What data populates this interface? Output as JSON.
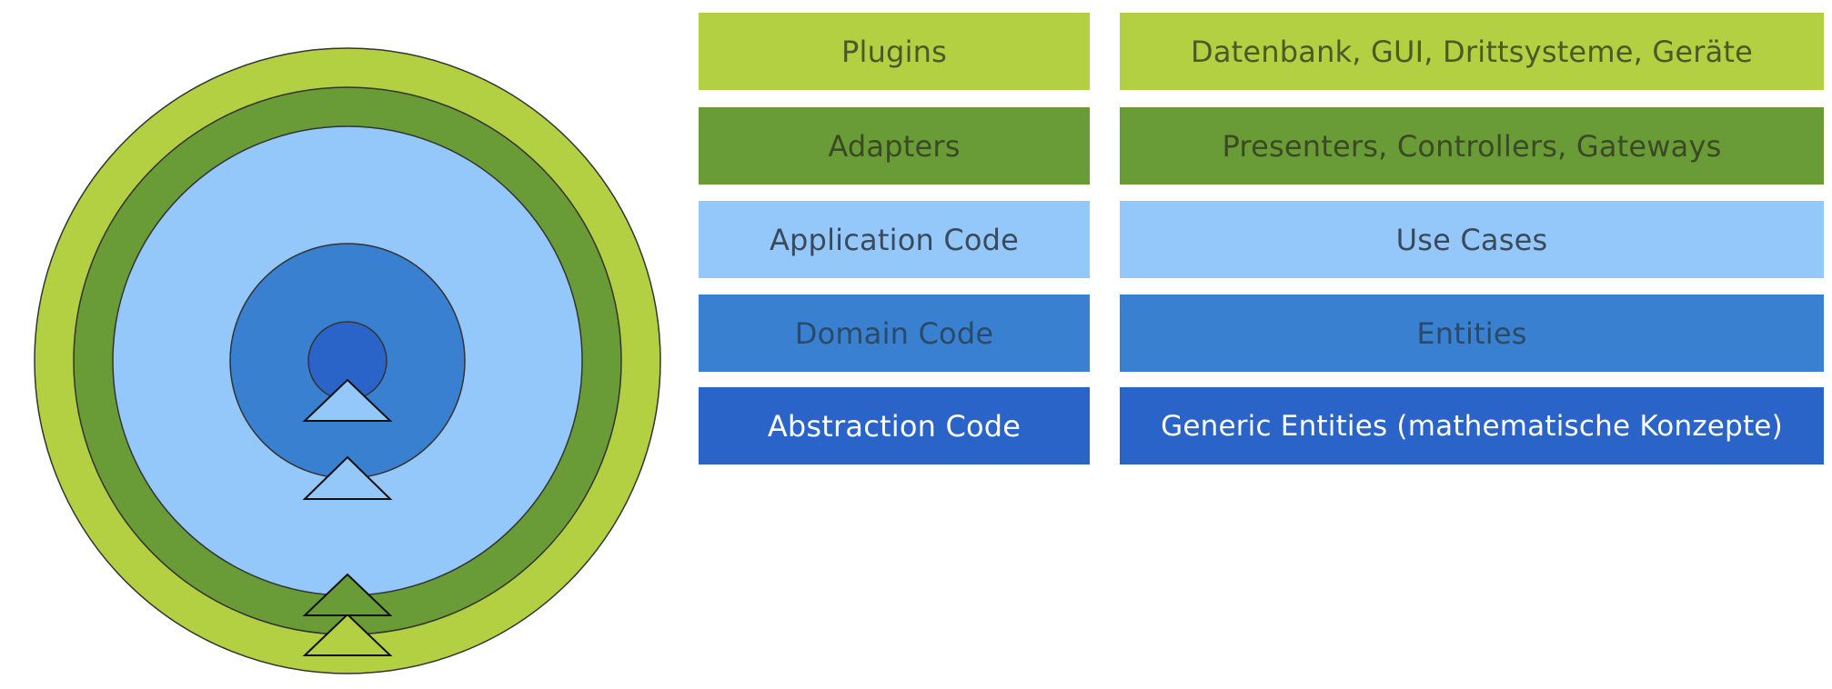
{
  "layers": [
    {
      "name": "Plugins",
      "examples": "Datenbank, GUI, Drittsysteme, Geräte",
      "color": "#b3cf42",
      "text_color": "#4a5a26"
    },
    {
      "name": "Adapters",
      "examples": "Presenters, Controllers, Gateways",
      "color": "#699b37",
      "text_color": "#3b4a24"
    },
    {
      "name": "Application Code",
      "examples": "Use Cases",
      "color": "#94c7fa",
      "text_color": "#3b4a5a"
    },
    {
      "name": "Domain Code",
      "examples": "Entities",
      "color": "#3a80d0",
      "text_color": "#2a4a6a"
    },
    {
      "name": "Abstraction Code",
      "examples": "Generic Entities (mathematische Konzepte)",
      "color": "#2b64c8",
      "text_color": "#ffffff"
    }
  ],
  "arrow_icon": "triangle-up-icon",
  "outline_color": "#333333"
}
